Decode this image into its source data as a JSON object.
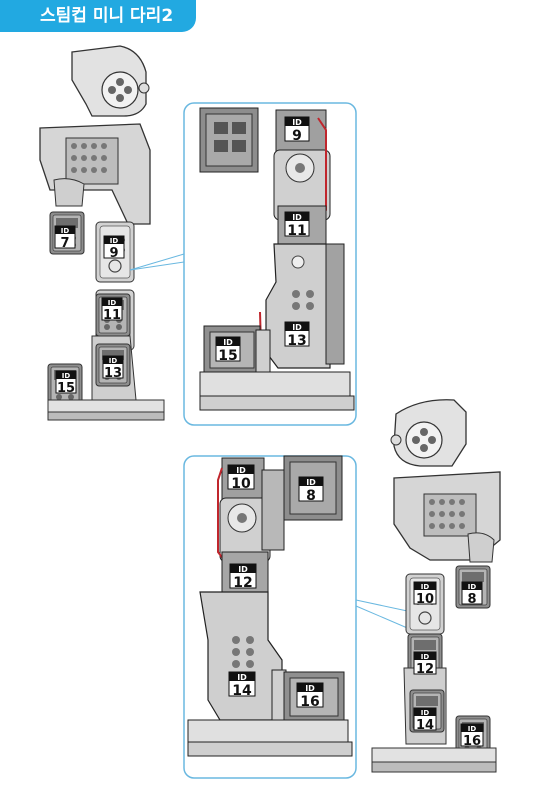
{
  "header": {
    "title": "스팀컵 미니 다리2"
  },
  "id_prefix": "ID",
  "colors": {
    "accent": "#22a9e1",
    "callout_border": "#6ab8e0",
    "cable": "#c0262d",
    "servo": "#9a9a9a",
    "servo_dark": "#555555",
    "bracket": "#c8c8c8"
  },
  "diagrams": {
    "left_small": {
      "ids": [
        "7",
        "9",
        "11",
        "13",
        "15"
      ]
    },
    "left_zoom": {
      "ids": [
        "9",
        "11",
        "13",
        "15"
      ]
    },
    "right_zoom": {
      "ids": [
        "10",
        "8",
        "12",
        "14",
        "16"
      ]
    },
    "right_small": {
      "ids": [
        "10",
        "8",
        "12",
        "14",
        "16"
      ]
    }
  }
}
